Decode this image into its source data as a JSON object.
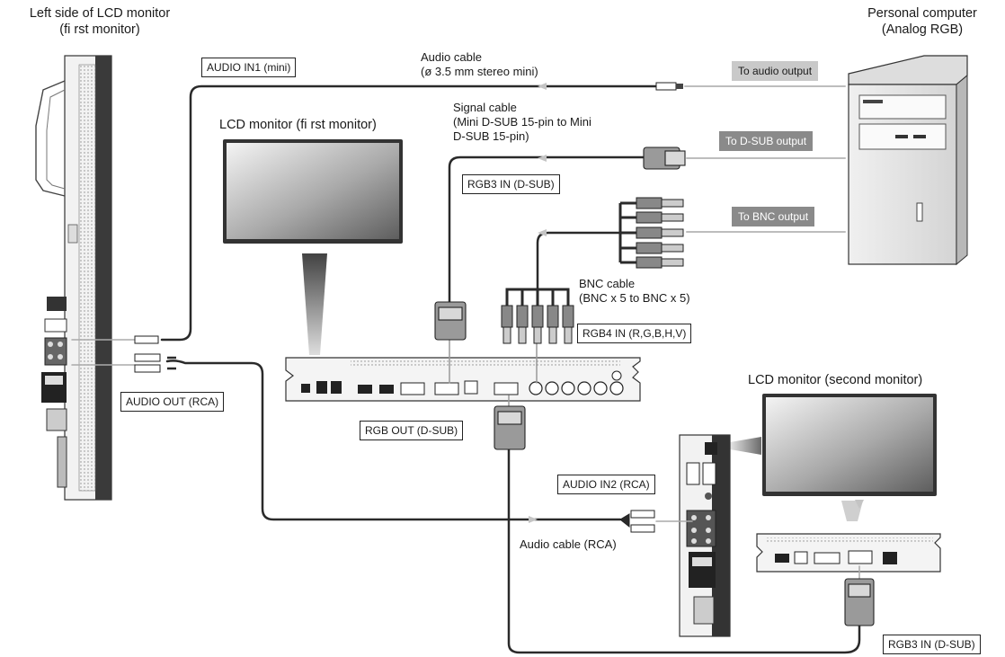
{
  "titles": {
    "left_side_monitor_line1": "Left side of LCD monitor",
    "left_side_monitor_line2": "(fi rst monitor)",
    "pc_line1": "Personal computer",
    "pc_line2": "(Analog RGB)",
    "first_monitor": "LCD monitor (fi rst monitor)",
    "second_monitor": "LCD monitor (second monitor)"
  },
  "cables": {
    "audio_mini_line1": "Audio cable",
    "audio_mini_line2": "(ø 3.5 mm stereo mini)",
    "signal_line1": "Signal cable",
    "signal_line2": "(Mini D-SUB 15-pin to Mini",
    "signal_line3": "D-SUB 15-pin)",
    "bnc_line1": "BNC cable",
    "bnc_line2": "(BNC x 5 to BNC x 5)",
    "audio_rca": "Audio cable (RCA)"
  },
  "ports": {
    "audio_in1": "AUDIO IN1 (mini)",
    "rgb3_in": "RGB3 IN (D-SUB)",
    "rgb4_in": "RGB4 IN (R,G,B,H,V)",
    "audio_out": "AUDIO OUT (RCA)",
    "rgb_out": "RGB OUT (D-SUB)",
    "audio_in2": "AUDIO IN2 (RCA)",
    "rgb3_in_second": "RGB3 IN (D-SUB)"
  },
  "outputs": {
    "to_audio": "To audio output",
    "to_dsub": "To D-SUB output",
    "to_bnc": "To BNC output"
  }
}
